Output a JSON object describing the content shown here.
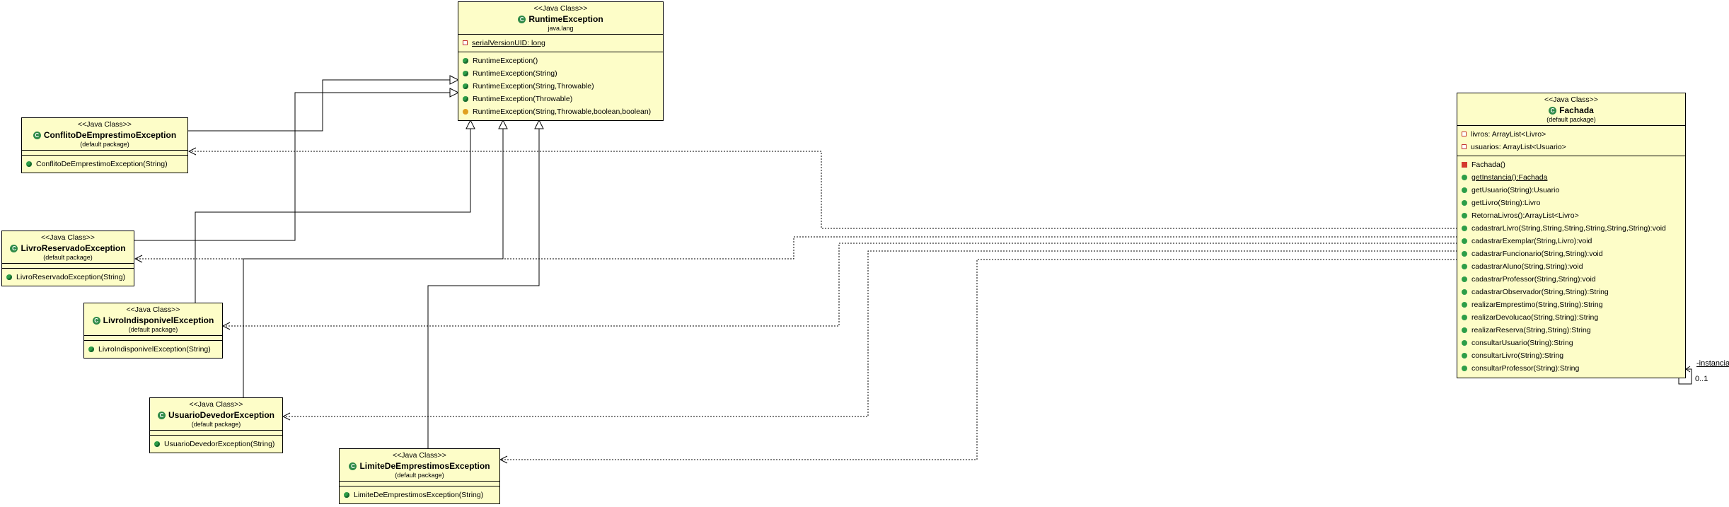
{
  "classes": {
    "runtime": {
      "stereotype": "<<Java Class>>",
      "name": "RuntimeException",
      "package": "java.lang",
      "fields": [
        "serialVersionUID: long"
      ],
      "methods": [
        "RuntimeException()",
        "RuntimeException(String)",
        "RuntimeException(String,Throwable)",
        "RuntimeException(Throwable)",
        "RuntimeException(String,Throwable,boolean,boolean)"
      ]
    },
    "conflito": {
      "stereotype": "<<Java Class>>",
      "name": "ConflitoDeEmprestimoException",
      "package": "(default package)",
      "methods": [
        "ConflitoDeEmprestimoException(String)"
      ]
    },
    "reservado": {
      "stereotype": "<<Java Class>>",
      "name": "LivroReservadoException",
      "package": "(default package)",
      "methods": [
        "LivroReservadoException(String)"
      ]
    },
    "indisponivel": {
      "stereotype": "<<Java Class>>",
      "name": "LivroIndisponivelException",
      "package": "(default package)",
      "methods": [
        "LivroIndisponivelException(String)"
      ]
    },
    "devedor": {
      "stereotype": "<<Java Class>>",
      "name": "UsuarioDevedorException",
      "package": "(default package)",
      "methods": [
        "UsuarioDevedorException(String)"
      ]
    },
    "limite": {
      "stereotype": "<<Java Class>>",
      "name": "LimiteDeEmprestimosException",
      "package": "(default package)",
      "methods": [
        "LimiteDeEmprestimosException(String)"
      ]
    },
    "fachada": {
      "stereotype": "<<Java Class>>",
      "name": "Fachada",
      "package": "(default package)",
      "fields": [
        "livros: ArrayList<Livro>",
        "usuarios: ArrayList<Usuario>"
      ],
      "methods": [
        "Fachada()",
        "getInstancia():Fachada",
        "getUsuario(String):Usuario",
        "getLivro(String):Livro",
        "RetornaLivros():ArrayList<Livro>",
        "cadastrarLivro(String,String,String,String,String,String):void",
        "cadastrarExemplar(String,Livro):void",
        "cadastrarFuncionario(String,String):void",
        "cadastrarAluno(String,String):void",
        "cadastrarProfessor(String,String):void",
        "cadastrarObservador(String,String):String",
        "realizarEmprestimo(String,String):String",
        "realizarDevolucao(String,String):String",
        "realizarReserva(String,String):String",
        "consultarUsuario(String):String",
        "consultarLivro(String):String",
        "consultarProfessor(String):String"
      ]
    }
  },
  "association": {
    "role": "-instancia",
    "multiplicity": "0..1"
  }
}
